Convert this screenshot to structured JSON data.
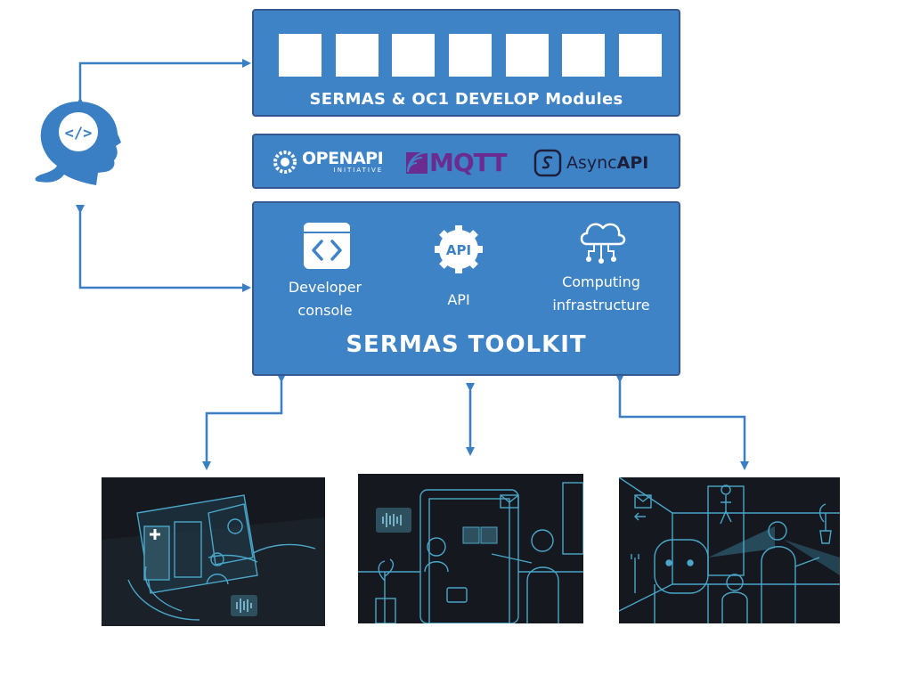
{
  "modules": {
    "title": "SERMAS & OC1 DEVELOP Modules"
  },
  "protocols": {
    "openapi": {
      "name": "OPENAPI",
      "sub": "INITIATIVE"
    },
    "mqtt": {
      "name": "MQTT"
    },
    "asyncapi": {
      "prefix": "Async",
      "suffix": "API"
    }
  },
  "toolkit": {
    "title": "SERMAS TOOLKIT",
    "developer_console": "Developer\nconsole",
    "api": "API",
    "api_badge": "API",
    "computing": "Computing\ninfrastructure"
  },
  "colors": {
    "panel": "#3f83c7",
    "border": "#35568f",
    "arrow": "#3a7fc4",
    "mqtt": "#6b2c91",
    "asyncapi": "#1d1f3a"
  },
  "icons": [
    "developer-head-icon",
    "code-brackets-icon",
    "api-gear-icon",
    "cloud-network-icon",
    "openapi-logo-icon",
    "mqtt-logo-icon",
    "asyncapi-logo-icon"
  ]
}
